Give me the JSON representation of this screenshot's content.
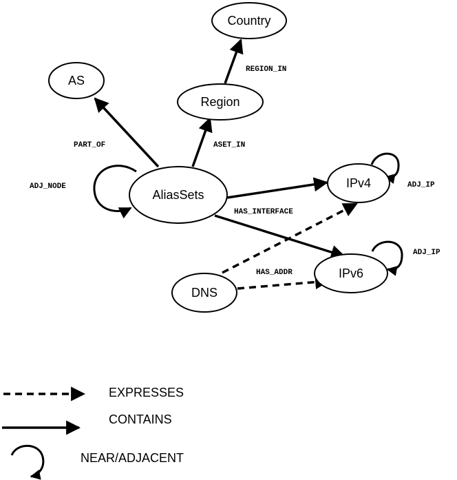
{
  "nodes": {
    "country": "Country",
    "as": "AS",
    "region": "Region",
    "aliassets": "AliasSets",
    "ipv4": "IPv4",
    "ipv6": "IPv6",
    "dns": "DNS"
  },
  "edges": {
    "region_in": "REGION_IN",
    "part_of": "PART_OF",
    "aset_in": "ASET_IN",
    "adj_node": "ADJ_NODE",
    "adj_ip_v4": "ADJ_IP",
    "adj_ip_v6": "ADJ_IP",
    "has_interface": "HAS_INTERFACE",
    "has_addr": "HAS_ADDR"
  },
  "legend": {
    "expresses": "EXPRESSES",
    "contains": "CONTAINS",
    "near_adjacent": "NEAR/ADJACENT"
  }
}
